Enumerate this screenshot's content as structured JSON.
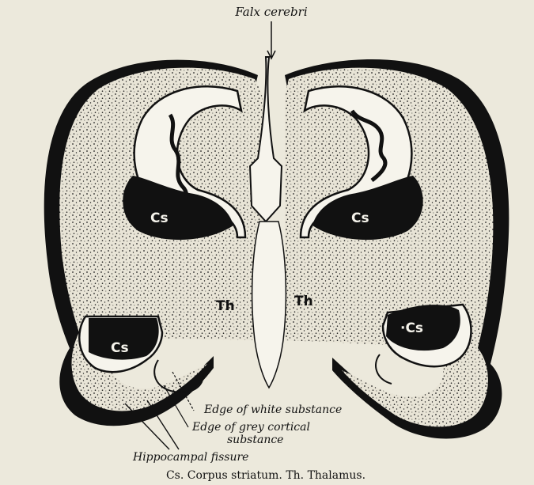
{
  "figure": {
    "top_label": "Falx cerebri",
    "labels": {
      "cs_upper_left": "Cs",
      "cs_upper_right": "Cs",
      "cs_lower_left": "Cs",
      "cs_lower_right": "·Cs",
      "th_left": "Th",
      "th_right": "Th",
      "edge_white": "Edge of white substance",
      "edge_grey_1": "Edge of grey cortical",
      "edge_grey_2": "substance",
      "hippocampal": "Hippocampal fissure"
    },
    "caption": "Cs. Corpus striatum.   Th. Thalamus."
  },
  "colors": {
    "background": "#ece9dc",
    "ink": "#111111",
    "stipple_fill": "#e7e3d4"
  }
}
